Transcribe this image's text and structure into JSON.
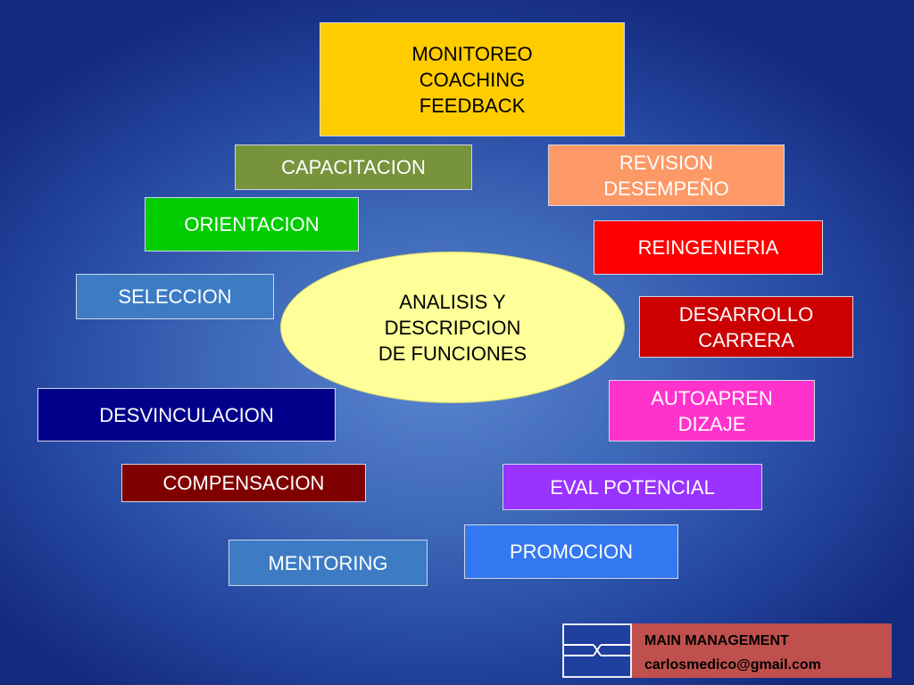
{
  "center": {
    "text": "ANALISIS Y\nDESCRIPCION\nDE FUNCIONES"
  },
  "boxes": {
    "monitoreo": {
      "text": "MONITOREO\nCOACHING\nFEEDBACK",
      "color": "#ffcc00"
    },
    "capacitacion": {
      "text": "CAPACITACION",
      "color": "#77933c"
    },
    "revision": {
      "text": "REVISION\nDESEMPEÑO",
      "color": "#fd9966"
    },
    "orientacion": {
      "text": "ORIENTACION",
      "color": "#00cc00"
    },
    "reingenieria": {
      "text": "REINGENIERIA",
      "color": "#ff0000"
    },
    "seleccion": {
      "text": "SELECCION",
      "color": "#3d7cc5"
    },
    "desarrollo": {
      "text": "DESARROLLO\nCARRERA",
      "color": "#cc0000"
    },
    "autoaprendizaje": {
      "text": "AUTOAPREN\nDIZAJE",
      "color": "#ff33cc"
    },
    "desvinculacion": {
      "text": "DESVINCULACION",
      "color": "#00008b"
    },
    "compensacion": {
      "text": "COMPENSACION",
      "color": "#800000"
    },
    "eval_potencial": {
      "text": "EVAL POTENCIAL",
      "color": "#9933ff"
    },
    "promocion": {
      "text": "PROMOCION",
      "color": "#3378f0"
    },
    "mentoring": {
      "text": "MENTORING",
      "color": "#3d7cc5"
    }
  },
  "footer": {
    "title": "MAIN MANAGEMENT",
    "email": "carlosmedico@gmail.com",
    "icon": "arrows-logo-icon",
    "brand_color": "#c0504d"
  }
}
